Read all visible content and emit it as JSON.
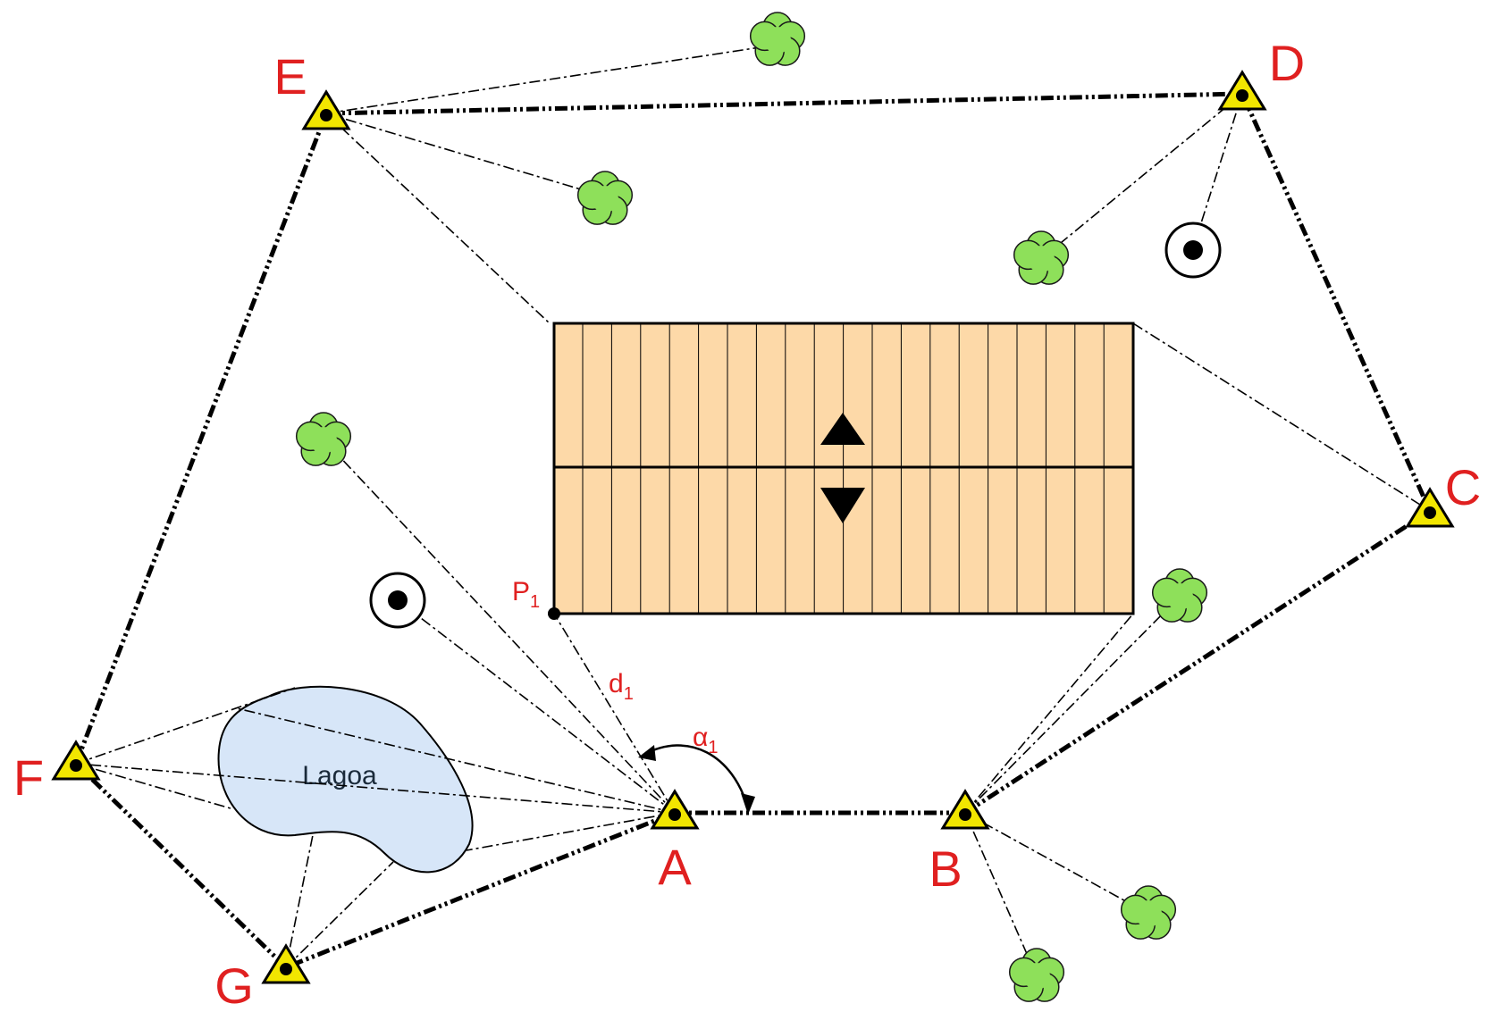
{
  "stations": [
    {
      "id": "A",
      "label": "A"
    },
    {
      "id": "B",
      "label": "B"
    },
    {
      "id": "C",
      "label": "C"
    },
    {
      "id": "D",
      "label": "D"
    },
    {
      "id": "E",
      "label": "E"
    },
    {
      "id": "F",
      "label": "F"
    },
    {
      "id": "G",
      "label": "G"
    }
  ],
  "lake_label": "Lagoa",
  "point": {
    "main": "P",
    "sub": "1"
  },
  "distance": {
    "main": "d",
    "sub": "1"
  },
  "angle": {
    "main": "α",
    "sub": "1"
  },
  "colors": {
    "station_label": "#e02020",
    "station_fill": "#f2e600",
    "tree_fill": "#8ee05a",
    "lake_fill": "#d7e6f8",
    "building_fill": "#fdd9a8"
  },
  "icons": [
    "station-triangle-icon",
    "tree-icon",
    "well-icon",
    "up-arrow-icon",
    "down-arrow-icon"
  ]
}
